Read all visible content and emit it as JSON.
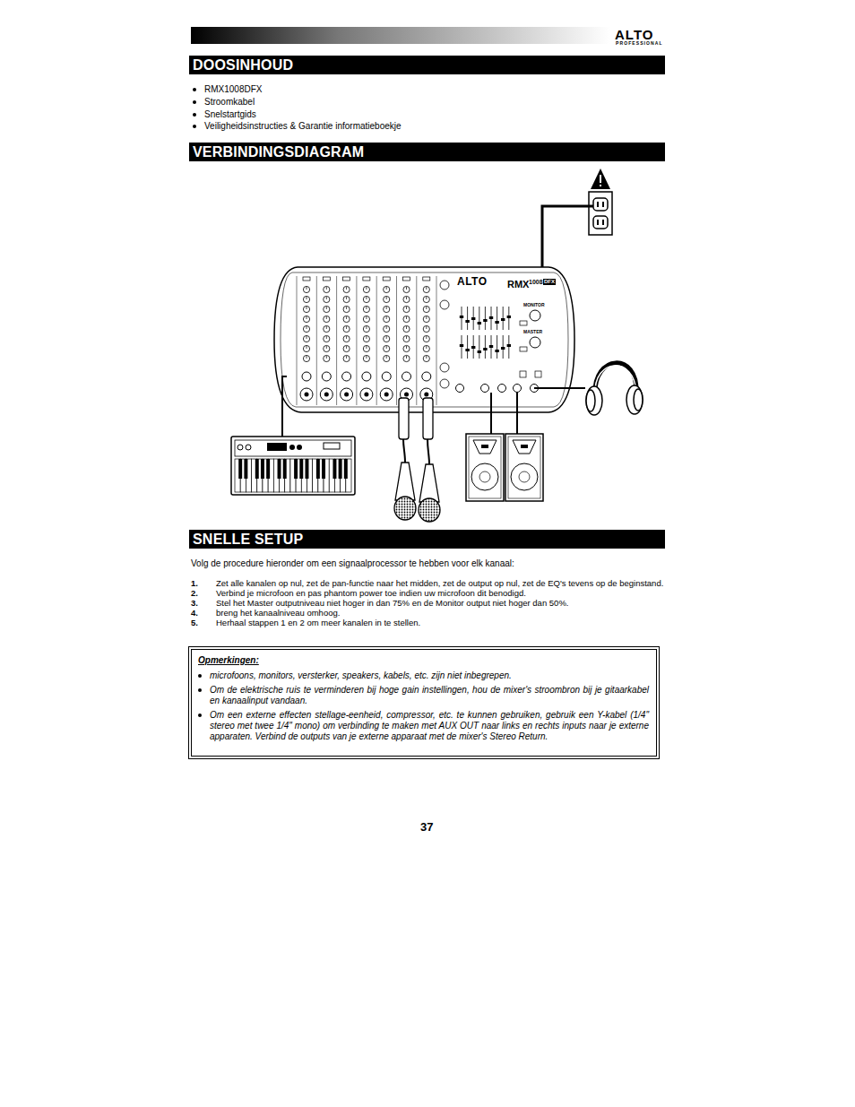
{
  "diagram": {
    "nodes": [
      {
        "text": [
          "DOOSINHOUD"
        ]
      },
      {
        "text": [
          "VERBINDINGSDIAGRAM"
        ]
      },
      {
        "text": [
          "SNELLE SETUP"
        ]
      },
      {
        "text": [
          "Opmerkingen:",
          "microfoons, monitors, versterker, speakers, kabels, etc. zijn niet inbegrepen.",
          "Om de elektrische ruis te verminderen bij hoge gain instellingen, hou de mixer's stroombron bij je gitaarkabel en kanaalinput vandaan.",
          "Om een externe effecten stellage-eenheid, compressor, etc. te kunnen gebruiken, gebruik een Y-kabel (1/4\" stereo met twee 1/4\" mono) om verbinding te maken met AUX OUT naar links en rechts inputs naar je externe apparaten. Verbind de outputs van je externe apparaat met de mixer's Stereo Return."
        ]
      }
    ],
    "labels": [
      "ALTO",
      "PROFESSIONAL",
      "RMX1008DFX",
      "Stroomkabel",
      "Snelstartgids",
      "Veiligheidsinstructies & Garantie informatieboekje",
      "Volg de procedure hieronder om een signaalprocessor te hebben voor elk kanaal:",
      "1.",
      "Zet alle kanalen op nul, zet de pan-functie naar het midden, zet de output op nul, zet de EQ's tevens op de beginstand.",
      "2.",
      "Verbind je microfoon en pas phantom power toe indien uw microfoon dit benodigd.",
      "3.",
      "Stel het Master outputniveau niet hoger in dan 75% en de Monitor output niet hoger dan 50%.",
      "4.",
      "breng het kanaalniveau omhoog.",
      "5.",
      "Herhaal stappen 1 en 2 om meer kanalen in te stellen.",
      "37",
      "ALTO",
      "RMX",
      "1008",
      "DFX",
      "MONITOR",
      "MASTER"
    ]
  }
}
